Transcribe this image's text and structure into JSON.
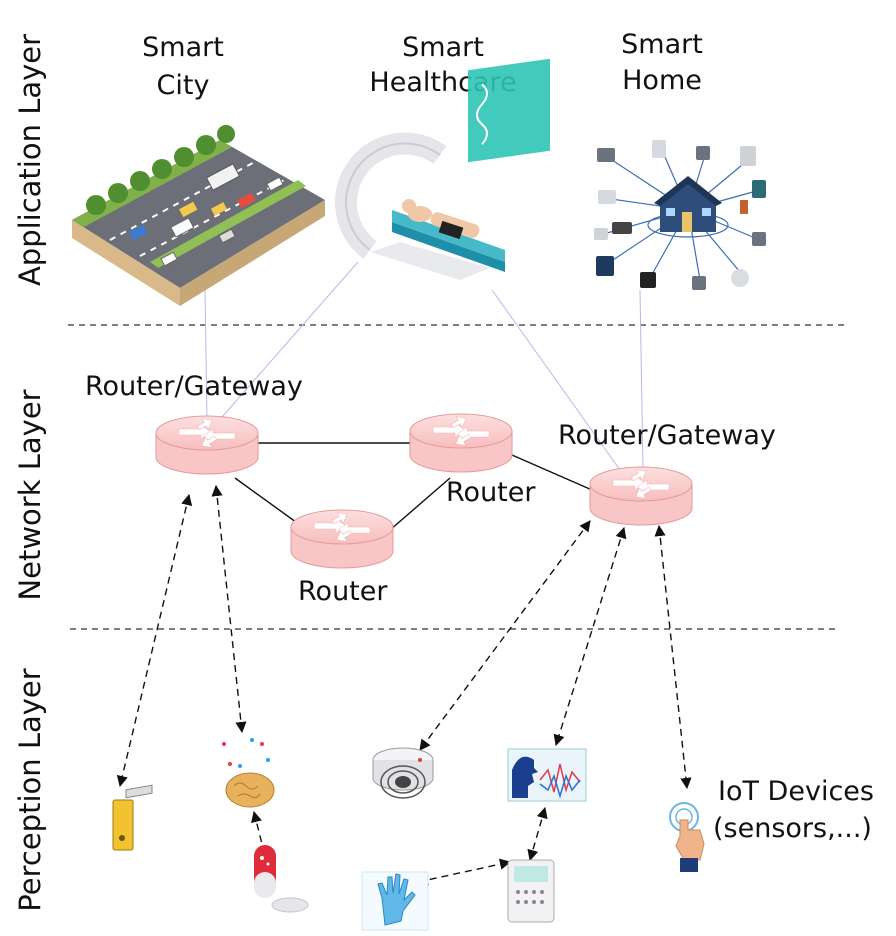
{
  "layers": {
    "application": "Application Layer",
    "network": "Network Layer",
    "perception": "Perception Layer"
  },
  "applications": {
    "city": {
      "line1": "Smart",
      "line2": "City"
    },
    "health": {
      "line1": "Smart",
      "line2": "Healthcare"
    },
    "home": {
      "line1": "Smart",
      "line2": "Home"
    }
  },
  "routers": {
    "gateway_left": "Router/Gateway",
    "gateway_right": "Router/Gateway",
    "router_top": "Router",
    "router_bottom": "Router"
  },
  "devices_label": {
    "line1": "IoT Devices",
    "line2": "(sensors,...)"
  },
  "colors": {
    "router_fill": "#f9c9c9",
    "router_stroke": "#e39a9a",
    "app_link": "#b8b8ee",
    "divider": "#333333"
  },
  "icons": [
    "smart-city-icon",
    "smart-healthcare-icon",
    "smart-home-icon",
    "door-lock-icon",
    "chip-icon",
    "brain-icon",
    "pill-icon",
    "smoke-detector-icon",
    "voice-wave-icon",
    "hand-scan-icon",
    "medical-device-icon",
    "touch-sensor-icon"
  ]
}
